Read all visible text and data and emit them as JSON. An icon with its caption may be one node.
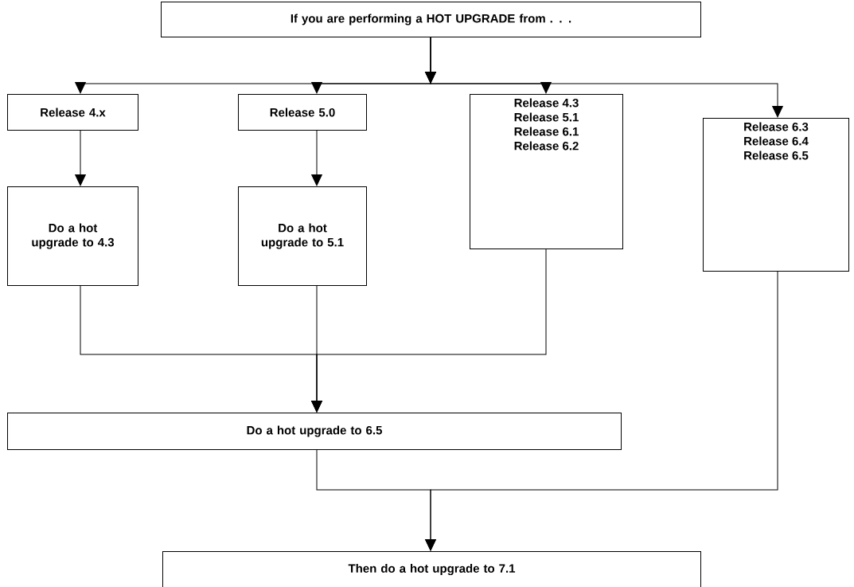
{
  "diagram": {
    "nodes": [
      {
        "text": [
          "If you are performing a HOT UPGRADE from . . ."
        ]
      },
      {
        "text": [
          "Release 4.x"
        ]
      },
      {
        "text": [
          "Release 5.0"
        ]
      },
      {
        "text": [
          "Release 4.3",
          "Release 5.1",
          "Release 6.1",
          "Release 6.2"
        ]
      },
      {
        "text": [
          "Release 6.3",
          "Release 6.4",
          "Release 6.5"
        ]
      },
      {
        "text": [
          "Do a hot upgrade to 4.3"
        ]
      },
      {
        "text": [
          "Do a hot upgrade to 5.1"
        ]
      },
      {
        "text": [
          "Do a hot upgrade to 6.5"
        ]
      },
      {
        "text": [
          "Then do a hot upgrade to 7.1"
        ]
      }
    ],
    "edges": [
      {
        "from": 0,
        "to": 1,
        "arrow": "to"
      },
      {
        "from": 0,
        "to": 2,
        "arrow": "to"
      },
      {
        "from": 0,
        "to": 3,
        "arrow": "to"
      },
      {
        "from": 0,
        "to": 4,
        "arrow": "to"
      },
      {
        "from": 1,
        "to": 5,
        "arrow": "to"
      },
      {
        "from": 2,
        "to": 6,
        "arrow": "to"
      },
      {
        "from": 5,
        "to": 7,
        "arrow": "to"
      },
      {
        "from": 6,
        "to": 7,
        "arrow": "to"
      },
      {
        "from": 3,
        "to": 7,
        "arrow": "to"
      },
      {
        "from": 7,
        "to": 8,
        "arrow": "to"
      },
      {
        "from": 4,
        "to": 8,
        "arrow": "to"
      }
    ]
  }
}
